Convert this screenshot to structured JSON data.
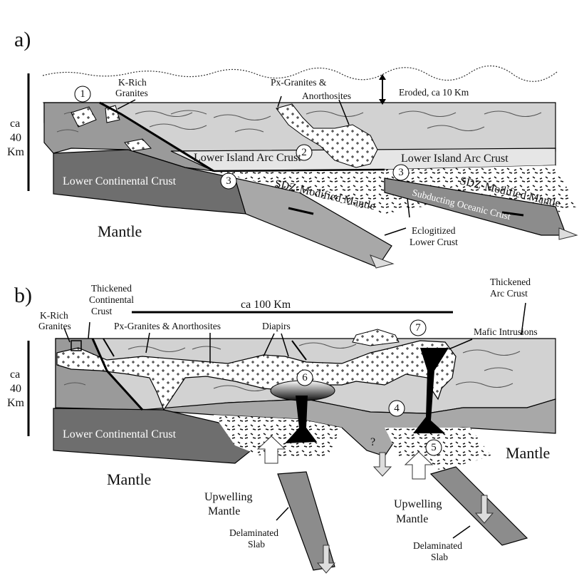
{
  "panel_a": {
    "label": "a)",
    "thickness": [
      "ca",
      "40",
      "Km"
    ],
    "k_rich_granites": [
      "K-Rich",
      "Granites"
    ],
    "px_granites": [
      "Px-Granites &",
      "Anorthosites"
    ],
    "eroded": "Eroded, ca 10 Km",
    "lower_island_arc_crust_left": "Lower Island Arc Crust",
    "lower_island_arc_crust_right": "Lower Island Arc Crust",
    "lower_continental_crust": "Lower Continental Crust",
    "sdz_left": "SDZ-Modified Mantle",
    "sdz_right": "SDZ-Modified Mantle",
    "subducting_oceanic_crust": "Subducting Oceanic Crust",
    "mantle": "Mantle",
    "eclogitized": [
      "Eclogitized",
      "Lower Crust"
    ],
    "markers": [
      "1",
      "2",
      "3",
      "3"
    ]
  },
  "panel_b": {
    "label": "b)",
    "thickness": [
      "ca",
      "40",
      "Km"
    ],
    "k_rich_granites": [
      "K-Rich",
      "Granites"
    ],
    "thickened_continental": [
      "Thickened",
      "Continental",
      "Crust"
    ],
    "scale": "ca  100  Km",
    "thickened_arc": [
      "Thickened",
      "Arc Crust"
    ],
    "px_granites": "Px-Granites & Anorthosites",
    "diapirs": "Diapirs",
    "mafic_intrusions": "Mafic Intrusions",
    "lower_continental_crust": "Lower Continental Crust",
    "mantle_left": "Mantle",
    "mantle_right": "Mantle",
    "upwelling_left": [
      "Upwelling",
      "Mantle"
    ],
    "upwelling_right": [
      "Upwelling",
      "Mantle"
    ],
    "delaminated_left": [
      "Delaminated",
      "Slab"
    ],
    "delaminated_right": [
      "Delaminated",
      "Slab"
    ],
    "question": "?",
    "markers": [
      "4",
      "5",
      "6",
      "7"
    ]
  }
}
